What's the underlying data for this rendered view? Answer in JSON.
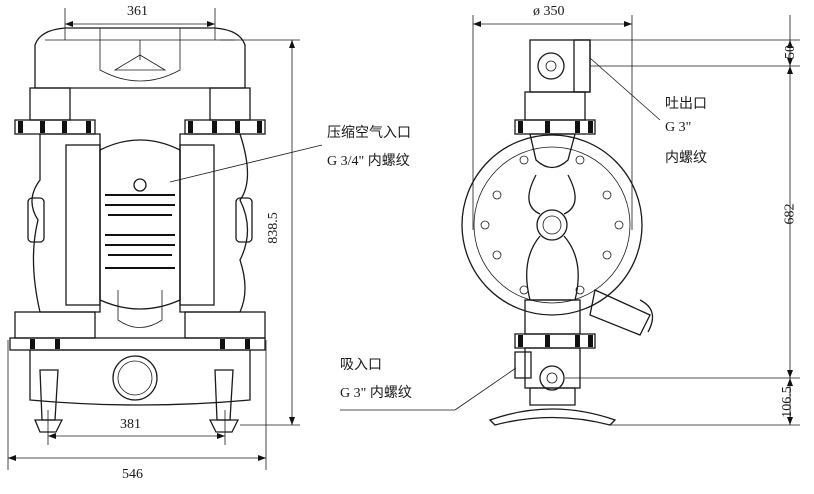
{
  "dimensions": {
    "top_width": "361",
    "total_height_left": "838.5",
    "inner_width": "381",
    "base_width": "546",
    "diameter": "ø 350",
    "top_offset": "50",
    "height_right": "682",
    "bottom_offset": "106.5"
  },
  "callouts": {
    "air_inlet_line1": "压缩空气入口",
    "air_inlet_line2": "G 3/4\" 内螺纹",
    "outlet_line1": "吐出口",
    "outlet_line2": "G 3\"",
    "outlet_line3": "内螺纹",
    "inlet_line1": "吸入口",
    "inlet_line2": "G 3\" 内螺纹"
  }
}
